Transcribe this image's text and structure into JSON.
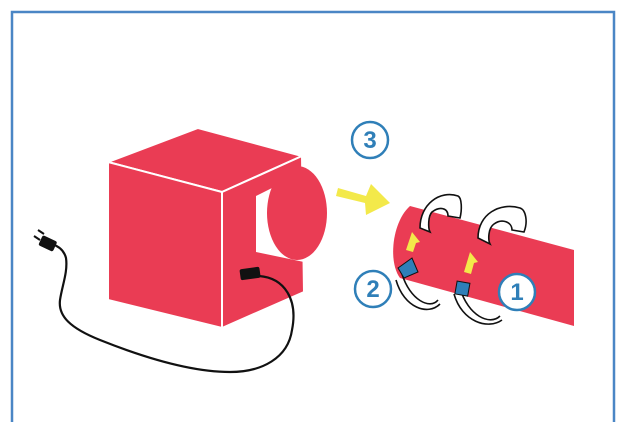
{
  "diagram": {
    "steps": [
      {
        "number": "1"
      },
      {
        "number": "2"
      },
      {
        "number": "3"
      }
    ],
    "colors": {
      "frame": "#4a86c5",
      "device": "#ea3c54",
      "device_edge": "#ffffff",
      "pipe": "#ea3c54",
      "arrow": "#f3e94a",
      "step_circle": "#2f7fb8",
      "clip": "#2f7fb8",
      "cord": "#111111"
    },
    "icons": [
      "power-plug-icon",
      "device-connector-icon",
      "push-arrow-icon",
      "up-arrow-icon",
      "clip-icon"
    ]
  }
}
